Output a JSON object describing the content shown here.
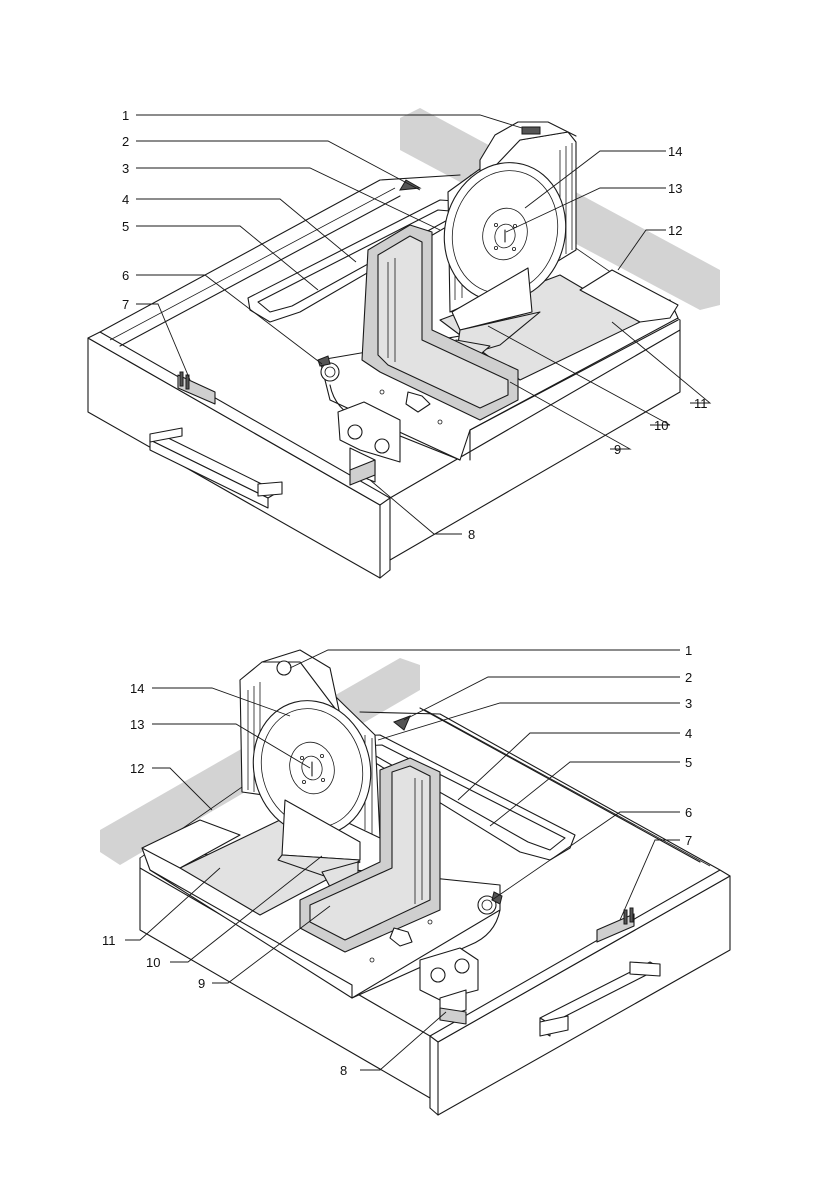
{
  "figure_top": {
    "labels": [
      "1",
      "2",
      "3",
      "4",
      "5",
      "6",
      "7",
      "8",
      "9",
      "10",
      "11",
      "12",
      "13",
      "14"
    ]
  },
  "figure_bottom": {
    "labels": [
      "1",
      "2",
      "3",
      "4",
      "5",
      "6",
      "7",
      "8",
      "9",
      "10",
      "11",
      "12",
      "13",
      "14"
    ]
  },
  "colors": {
    "line": "#1a1a1a",
    "shade": "#cfcfcf",
    "wall": "#d3d3d3",
    "background": "#ffffff"
  },
  "icons": [
    "blade-icon",
    "drawer-handle-icon",
    "on-off-switch-icon",
    "arrow-icon"
  ]
}
